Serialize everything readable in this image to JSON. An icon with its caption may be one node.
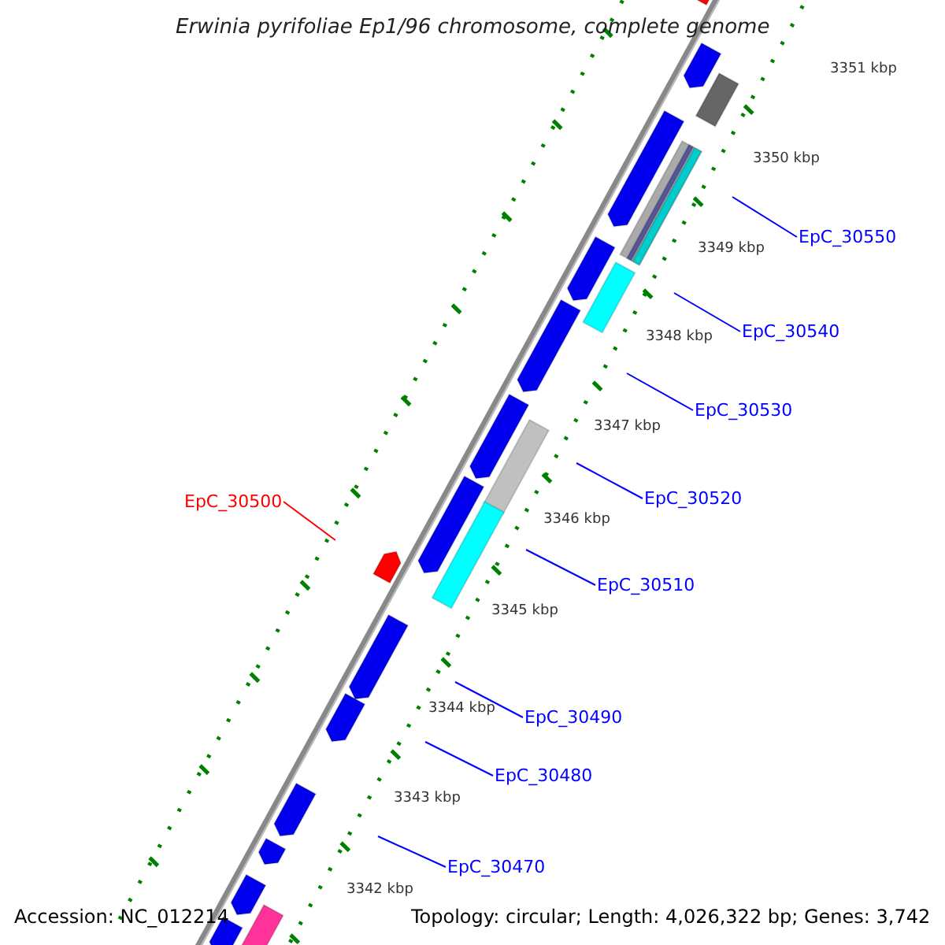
{
  "diagram": {
    "title": "Erwinia pyrifoliae Ep1/96 chromosome, complete genome",
    "nodes": [
      {
        "text": [
          "EpC_30550"
        ]
      },
      {
        "text": [
          "EpC_30540"
        ]
      },
      {
        "text": [
          "EpC_30530"
        ]
      },
      {
        "text": [
          "EpC_30520"
        ]
      },
      {
        "text": [
          "EpC_30500"
        ]
      },
      {
        "text": [
          "EpC_30510"
        ]
      },
      {
        "text": [
          "EpC_30490"
        ]
      },
      {
        "text": [
          "EpC_30480"
        ]
      },
      {
        "text": [
          "EpC_30470"
        ]
      }
    ],
    "edges": [
      {
        "from": 0,
        "to": null,
        "arrow": "none"
      },
      {
        "from": 1,
        "to": null,
        "arrow": "none"
      },
      {
        "from": 2,
        "to": null,
        "arrow": "none"
      },
      {
        "from": 3,
        "to": null,
        "arrow": "none"
      },
      {
        "from": 4,
        "to": null,
        "arrow": "none",
        "color": "#ff0000"
      },
      {
        "from": 5,
        "to": null,
        "arrow": "none"
      },
      {
        "from": 6,
        "to": null,
        "arrow": "none"
      },
      {
        "from": 7,
        "to": null,
        "arrow": "none"
      },
      {
        "from": 8,
        "to": null,
        "arrow": "none"
      }
    ],
    "labels": [
      "3351 kbp",
      "3350 kbp",
      "3349 kbp",
      "3348 kbp",
      "3347 kbp",
      "3346 kbp",
      "3345 kbp",
      "3344 kbp",
      "3343 kbp",
      "3342 kbp",
      "Accession: NC_012214",
      "Topology: circular; Length: 4,026,322 bp; Genes: 3,742"
    ]
  }
}
